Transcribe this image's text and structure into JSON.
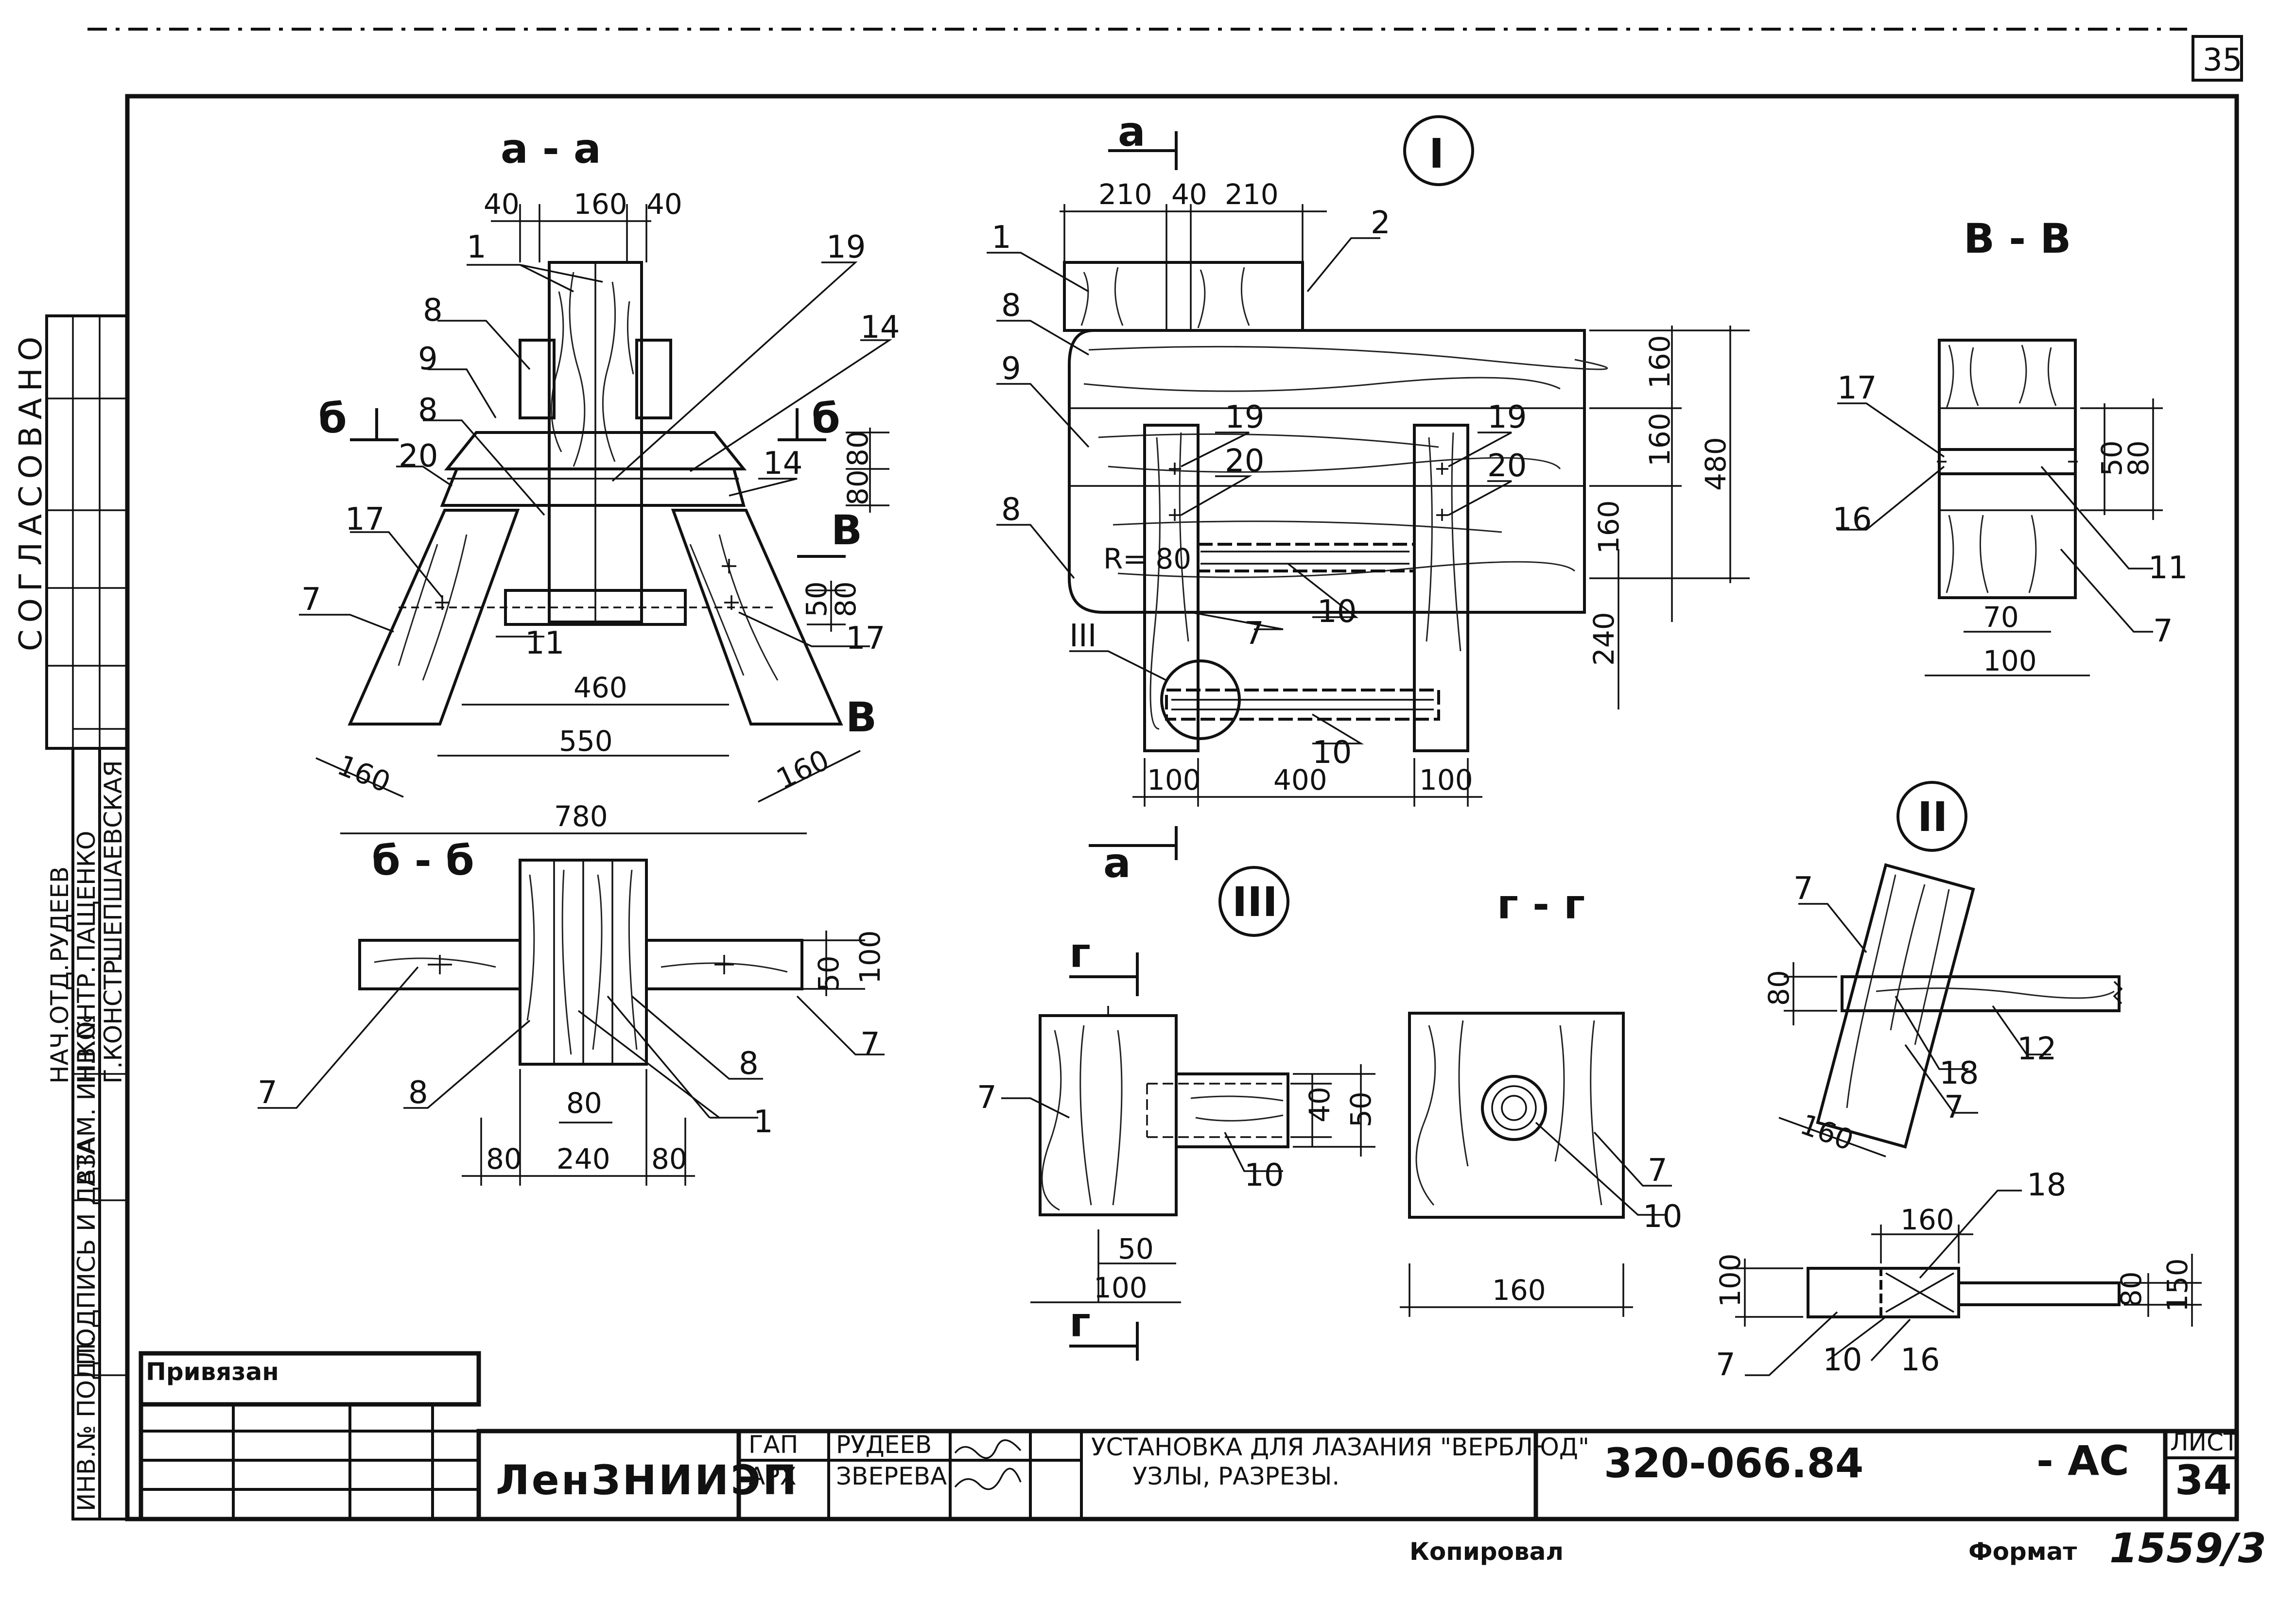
{
  "sheet": {
    "page_number": "35",
    "sheet_label": "ЛИСТ",
    "sheet_number": "34",
    "org": "ЛенЗНИИЭП",
    "drawing_code": "320-066.84",
    "mark": "- АС",
    "title_line1": "УСТАНОВКА ДЛЯ ЛАЗАНИЯ \"ВЕРБЛЮД\"",
    "title_line2": "УЗЛЫ, РАЗРЕЗЫ.",
    "copied": "Копировал",
    "format_label": "Формат",
    "archive_number": "1559/3",
    "privyazan": "Привязан",
    "approved_vertical": "СОГЛАСОВАНО",
    "roles": [
      {
        "role": "ГАП",
        "name": "РУДЕЕВ"
      },
      {
        "role": "АРХ",
        "name": "ЗВЕРЕВА"
      }
    ],
    "left_roles": [
      "НАЧ.ОТД.",
      "Н.КОНТР.",
      "Г.КОНСТР."
    ],
    "left_names": [
      "РУДЕЕВ",
      "ПАЩЕНКО",
      "ШЕПШАЕВСКАЯ"
    ],
    "left_stamp_cols": [
      "ИНВ.№ ПОДЛ.",
      "ПОДПИСЬ И ДАТА",
      "ВЗАМ. ИНВ.№"
    ]
  },
  "views": {
    "aa": {
      "title": "а - а",
      "dims": [
        "40",
        "160",
        "40",
        "80",
        "80",
        "50",
        "80",
        "460",
        "550",
        "160",
        "160",
        "780"
      ],
      "cut_b": "б",
      "cut_v": "В",
      "tags": [
        "1",
        "8",
        "9",
        "8",
        "20",
        "17",
        "7",
        "19",
        "14",
        "14",
        "11",
        "17"
      ]
    },
    "bb": {
      "title": "б - б",
      "dims": [
        "50",
        "100",
        "80",
        "80",
        "240",
        "80"
      ],
      "tags": [
        "7",
        "8",
        "8",
        "1",
        "7"
      ]
    },
    "node1": {
      "title": "I",
      "cut": "а",
      "dims": [
        "210",
        "40",
        "210",
        "160",
        "160",
        "160",
        "480",
        "240",
        "100",
        "400",
        "100"
      ],
      "radius": "R= 80",
      "tags": [
        "1",
        "2",
        "8",
        "9",
        "8",
        "19",
        "20",
        "19",
        "20",
        "10",
        "7",
        "10",
        "III"
      ]
    },
    "vv": {
      "title": "В - В",
      "dims": [
        "50",
        "80",
        "70",
        "100"
      ],
      "tags": [
        "17",
        "16",
        "11",
        "7"
      ]
    },
    "node3": {
      "title": "III",
      "cut": "г",
      "dims": [
        "40",
        "50",
        "50",
        "100"
      ],
      "tags": [
        "7",
        "10"
      ]
    },
    "gg": {
      "title": "г - г",
      "dims": [
        "160"
      ],
      "tags": [
        "7",
        "10"
      ]
    },
    "node2": {
      "title": "II",
      "dims": [
        "80",
        "160",
        "160",
        "100",
        "80",
        "150"
      ],
      "tags": [
        "7",
        "18",
        "12",
        "7",
        "18",
        "7",
        "10",
        "16"
      ]
    }
  }
}
